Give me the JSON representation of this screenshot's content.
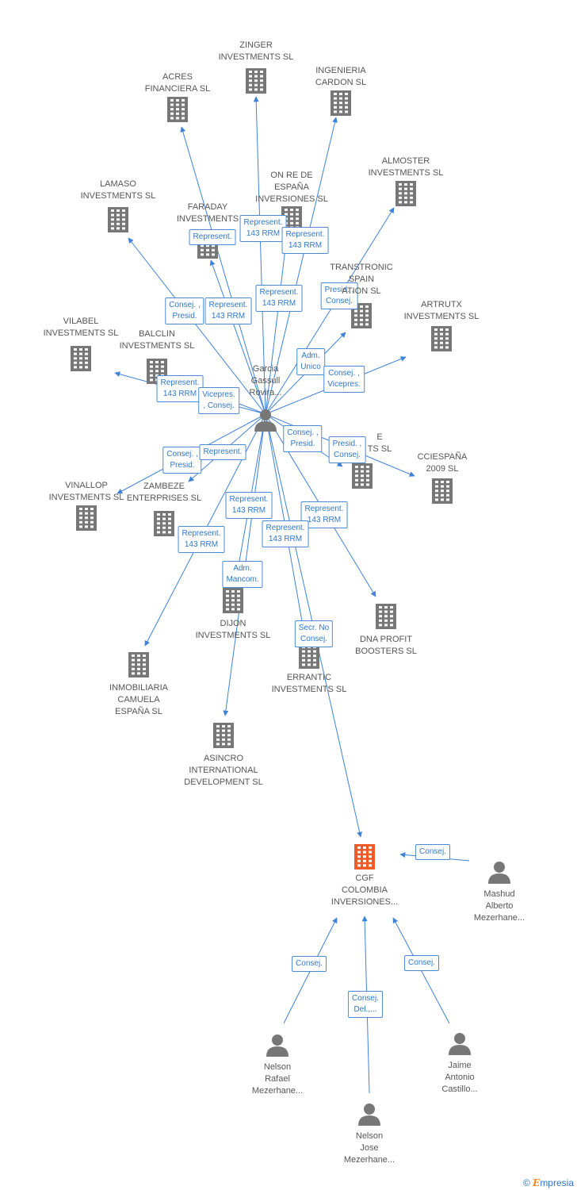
{
  "colors": {
    "edge": "#3f82d8",
    "building": "#777777",
    "focus_building": "#f05a28",
    "person": "#777777"
  },
  "nodes": [
    {
      "id": "zinger",
      "type": "company",
      "label": "ZINGER\nINVESTMENTS SL"
    },
    {
      "id": "acres",
      "type": "company",
      "label": "ACRES\nFINANCIERA SL"
    },
    {
      "id": "ingenieria",
      "type": "company",
      "label": "INGENIERIA\nCARDON  SL"
    },
    {
      "id": "almoster",
      "type": "company",
      "label": "ALMOSTER\nINVESTMENTS SL"
    },
    {
      "id": "lamaso",
      "type": "company",
      "label": "LAMASO\nINVESTMENTS SL"
    },
    {
      "id": "onre",
      "type": "company",
      "label": "ON RE DE\nESPAÑA\nINVERSIONES SL"
    },
    {
      "id": "faraday",
      "type": "company",
      "label": "FARADAY\nINVESTMENTS"
    },
    {
      "id": "transtronic",
      "type": "company",
      "label": "TRANSTRONIC\nSPAIN\nATION SL"
    },
    {
      "id": "artrutx",
      "type": "company",
      "label": "ARTRUTX\nINVESTMENTS SL"
    },
    {
      "id": "vilabel",
      "type": "company",
      "label": "VILABEL\nINVESTMENTS SL"
    },
    {
      "id": "balclin",
      "type": "company",
      "label": "BALCLIN\nINVESTMENTS SL"
    },
    {
      "id": "garcia",
      "type": "person",
      "label": "Garcia\nGassull\nRovira..."
    },
    {
      "id": "ctsl",
      "type": "company",
      "label": "E\nTS SL"
    },
    {
      "id": "cciespana",
      "type": "company",
      "label": "CCIESPAÑA\n2009 SL"
    },
    {
      "id": "vinallop",
      "type": "company",
      "label": "VINALLOP\nINVESTMENTS SL"
    },
    {
      "id": "zambeze",
      "type": "company",
      "label": "ZAMBEZE\nENTERPRISES SL"
    },
    {
      "id": "dijon",
      "type": "company",
      "label": "DIJON\nINVESTMENTS SL"
    },
    {
      "id": "dnaprofit",
      "type": "company",
      "label": "DNA PROFIT\nBOOSTERS SL"
    },
    {
      "id": "inmobiliaria",
      "type": "company",
      "label": "INMOBILIARIA\nCAMUELA\nESPAÑA  SL"
    },
    {
      "id": "errantic",
      "type": "company",
      "label": "ERRANTIC\nINVESTMENTS SL"
    },
    {
      "id": "asincro",
      "type": "company",
      "label": "ASINCRO\nINTERNATIONAL\nDEVELOPMENT SL"
    },
    {
      "id": "cgf",
      "type": "focus",
      "label": "CGF\nCOLOMBIA\nINVERSIONES..."
    },
    {
      "id": "mashud",
      "type": "person",
      "label": "Mashud\nAlberto\nMezerhane..."
    },
    {
      "id": "nelsonr",
      "type": "person",
      "label": "Nelson\nRafael\nMezerhane..."
    },
    {
      "id": "jaime",
      "type": "person",
      "label": "Jaime\nAntonio\nCastillo..."
    },
    {
      "id": "nelsonj",
      "type": "person",
      "label": "Nelson\nJose\nMezerhane..."
    }
  ],
  "edges": [
    {
      "from": "garcia",
      "to": "zinger",
      "label": "Represent.\n143 RRM"
    },
    {
      "from": "garcia",
      "to": "acres",
      "label": "Represent.\n143 RRM"
    },
    {
      "from": "garcia",
      "to": "ingenieria",
      "label": "Represent.\n143 RRM"
    },
    {
      "from": "garcia",
      "to": "almoster",
      "label": "Presid. ,\nConsej."
    },
    {
      "from": "garcia",
      "to": "lamaso",
      "label": "Consej. ,\nPresid."
    },
    {
      "from": "garcia",
      "to": "onre",
      "label": "Represent.\n143 RRM"
    },
    {
      "from": "garcia",
      "to": "faraday",
      "label": "Represent."
    },
    {
      "from": "garcia",
      "to": "transtronic",
      "label": "Adm.\nUnico"
    },
    {
      "from": "garcia",
      "to": "artrutx",
      "label": "Consej. ,\nVicepres."
    },
    {
      "from": "garcia",
      "to": "vilabel",
      "label": "Represent.\n143 RRM"
    },
    {
      "from": "garcia",
      "to": "balclin",
      "label": "Vicepres.\n, Consej."
    },
    {
      "from": "garcia",
      "to": "ctsl",
      "label": "Consej. ,\nPresid."
    },
    {
      "from": "garcia",
      "to": "cciespana",
      "label": "Presid. ,\nConsej."
    },
    {
      "from": "garcia",
      "to": "vinallop",
      "label": "Consej. ,\nPresid."
    },
    {
      "from": "garcia",
      "to": "zambeze",
      "label": "Represent."
    },
    {
      "from": "garcia",
      "to": "dijon",
      "label": "Represent.\n143 RRM"
    },
    {
      "from": "garcia",
      "to": "inmobiliaria",
      "label": "Represent.\n143 RRM"
    },
    {
      "from": "garcia",
      "to": "asincro",
      "label": "Adm.\nMancom."
    },
    {
      "from": "garcia",
      "to": "dnaprofit",
      "label": "Represent.\n143 RRM"
    },
    {
      "from": "garcia",
      "to": "errantic",
      "label": "Represent.\n143 RRM"
    },
    {
      "from": "garcia",
      "to": "cgf",
      "label": "Secr.  No\nConsej."
    },
    {
      "from": "mashud",
      "to": "cgf",
      "label": "Consej."
    },
    {
      "from": "nelsonr",
      "to": "cgf",
      "label": "Consej."
    },
    {
      "from": "jaime",
      "to": "cgf",
      "label": "Consej."
    },
    {
      "from": "nelsonj",
      "to": "cgf",
      "label": "Consej.\nDel.,..."
    }
  ],
  "footer": {
    "copyright": "©",
    "brand_initial": "E",
    "brand_rest": "mpresia"
  }
}
